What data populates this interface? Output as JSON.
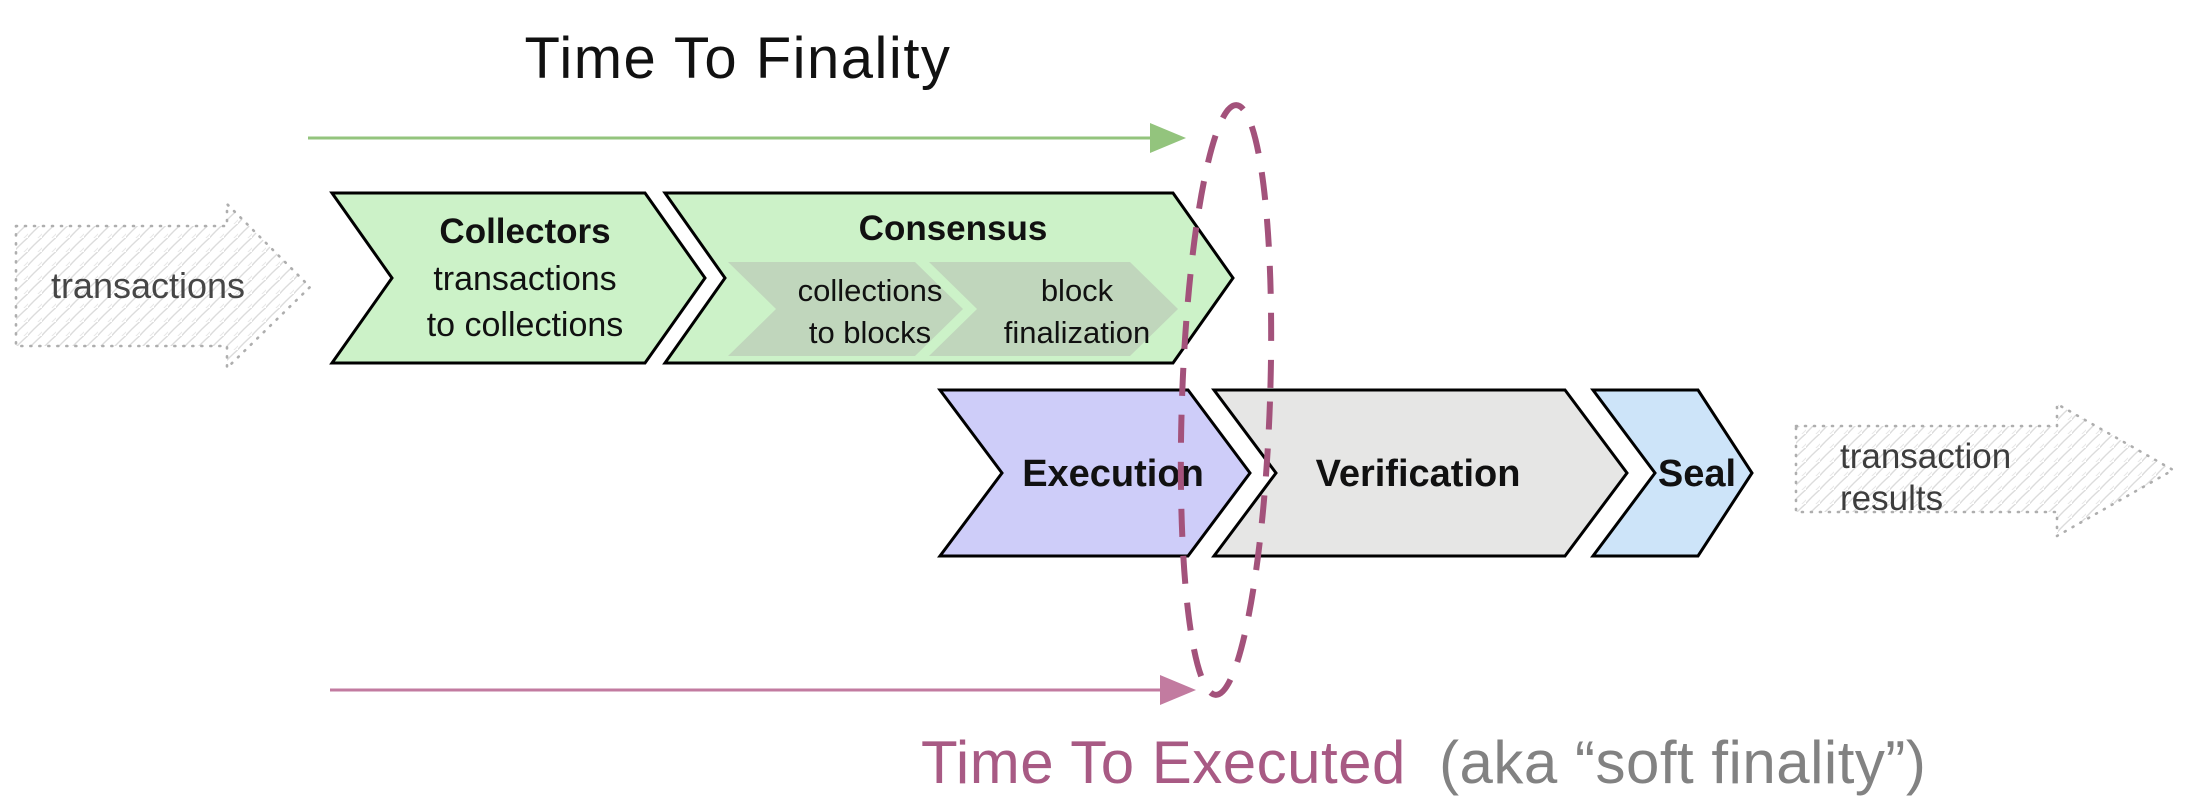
{
  "header": {
    "title": "Time To Finality"
  },
  "footer": {
    "title": "Time To Executed",
    "subtitle": "(aka “soft finality”)"
  },
  "input_arrow": {
    "label": "transactions"
  },
  "output_arrow": {
    "label_line1": "transaction",
    "label_line2": "results"
  },
  "pipeline": {
    "collectors": {
      "title": "Collectors",
      "subtitle_line1": "transactions",
      "subtitle_line2": "to collections"
    },
    "consensus": {
      "title": "Consensus",
      "sub_stages": [
        {
          "line1": "collections",
          "line2": "to blocks"
        },
        {
          "line1": "block",
          "line2": "finalization"
        }
      ]
    },
    "execution": {
      "title": "Execution"
    },
    "verification": {
      "title": "Verification"
    },
    "seal": {
      "title": "Seal"
    }
  },
  "colors": {
    "stage_green": "#ccf2c8",
    "stage_green_inner": "#c0d6bc",
    "stage_purple": "#cecdf9",
    "stage_gray": "#e6e6e5",
    "stage_blue": "#cde4f9",
    "title_green": "#66a852",
    "arrow_green": "#93c47d",
    "arrow_pink": "#c27ba0",
    "ellipse_rose": "#a3527b",
    "footer_rose": "#a85a84",
    "footer_gray": "#828282"
  }
}
